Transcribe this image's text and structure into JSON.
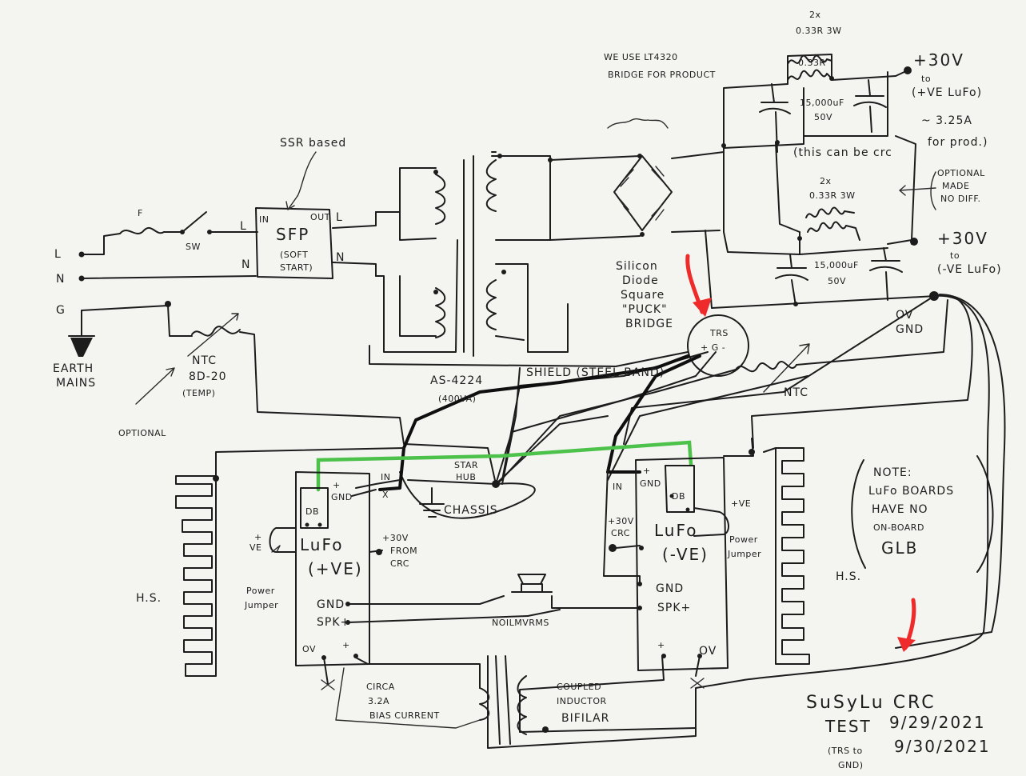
{
  "labels": {
    "we_use": "WE USE LT4320",
    "bridge_product": "BRIDGE FOR PRODUCT",
    "ssr_based": "SSR based",
    "fuse_f": "F",
    "sw": "SW",
    "line_l_in": "L",
    "line_n_in": "N",
    "ground_g": "G",
    "sfp_l": "L",
    "sfp_n": "N",
    "sfp_in": "IN",
    "sfp_out": "OUT",
    "sfp_out_l": "L",
    "sfp_out_n": "N",
    "sfp": "SFP",
    "soft_start_1": "(SOFT",
    "soft_start_2": "START)",
    "earth_1": "EARTH",
    "earth_2": "MAINS",
    "ntc_left_1": "NTC",
    "ntc_left_2": "8D-20",
    "ntc_left_3": "(TEMP)",
    "optional_left": "OPTIONAL",
    "transformer_1": "AS-4224",
    "transformer_2": "(400VA)",
    "shield": "SHIELD (STEEL BAND)",
    "silicon_1": "Silicon",
    "silicon_2": "Diode",
    "silicon_3": "Square",
    "silicon_4": "\"PUCK\"",
    "silicon_5": "BRIDGE",
    "trs": "TRS",
    "trs_pins": "+ G -",
    "ntc_right": "NTC",
    "res_top_1": "2x",
    "res_top_2": "0.33R 3W",
    "res_top_3": "0.33R",
    "cap_top_1": "15,000uF",
    "cap_top_2": "50V",
    "plus30_top": "+30V",
    "plus30_top_to": "to",
    "plus30_top_dest": "(+VE LuFo)",
    "current": "~ 3.25A",
    "for_prod": "for prod.)",
    "this_can_be": "(this can be crc",
    "optional_right_1": "OPTIONAL",
    "optional_right_2": "MADE",
    "optional_right_3": "NO DIFF.",
    "res_bot_1": "2x",
    "res_bot_2": "0.33R 3W",
    "cap_bot_1": "15,000uF",
    "cap_bot_2": "50V",
    "plus30_bot": "+30V",
    "plus30_bot_to": "to",
    "plus30_bot_dest": "(-VE LuFo)",
    "ov_1": "OV",
    "ov_2": "GND",
    "star_1": "STAR",
    "star_2": "HUB",
    "chassis": "CHASSIS",
    "left_in": "IN",
    "left_x": "X",
    "left_plus": "+",
    "left_gnd": "GND",
    "left_db": "DB",
    "left_ve_plus": "+",
    "left_ve": "VE",
    "left_lufo": "LuFo",
    "left_polarity": "(+VE)",
    "left_from_1": "+30V",
    "left_from_2": "FROM",
    "left_from_3": "CRC",
    "power_jumper_left_1": "Power",
    "power_jumper_left_2": "Jumper",
    "left_gnd_out": "GND",
    "left_spk": "SPK+",
    "left_ov": "OV",
    "left_bot_plus": "+",
    "hs_left": "H.S.",
    "right_in": "IN",
    "right_plus": "+",
    "right_gnd": "GND",
    "right_db": "DB",
    "right_plus_ve": "+VE",
    "right_30_1": "+30V",
    "right_30_2": "CRC",
    "right_lufo": "LuFo",
    "right_polarity": "(-VE)",
    "power_jumper_right_1": "Power",
    "power_jumper_right_2": "Jumper",
    "right_gnd_out": "GND",
    "right_spk": "SPK+",
    "right_bot_plus": "+",
    "right_ov": "OV",
    "hs_right": "H.S.",
    "speaker": "NOILMVRMS",
    "note_1": "NOTE:",
    "note_2": "LuFo BOARDS",
    "note_3": "HAVE NO",
    "note_4": "ON-BOARD",
    "note_5": "GLB",
    "circa_1": "CIRCA",
    "circa_2": "3.2A",
    "circa_3": "BIAS CURRENT",
    "coupled_1": "COUPLED",
    "coupled_2": "INDUCTOR",
    "coupled_3": "BIFILAR",
    "sig_title": "SuSyLu CRC",
    "sig_test": "TEST",
    "sig_date_1": "9/29/2021",
    "sig_ctrs": "(TRS to",
    "sig_date_2": "9/30/2021",
    "sig_gnd": "GND)"
  },
  "colors": {
    "paper": "#f4f4f1",
    "ink": "#1c1c1c",
    "green_wire": "#4cc24a",
    "red_arrow": "#ee2a2a"
  }
}
